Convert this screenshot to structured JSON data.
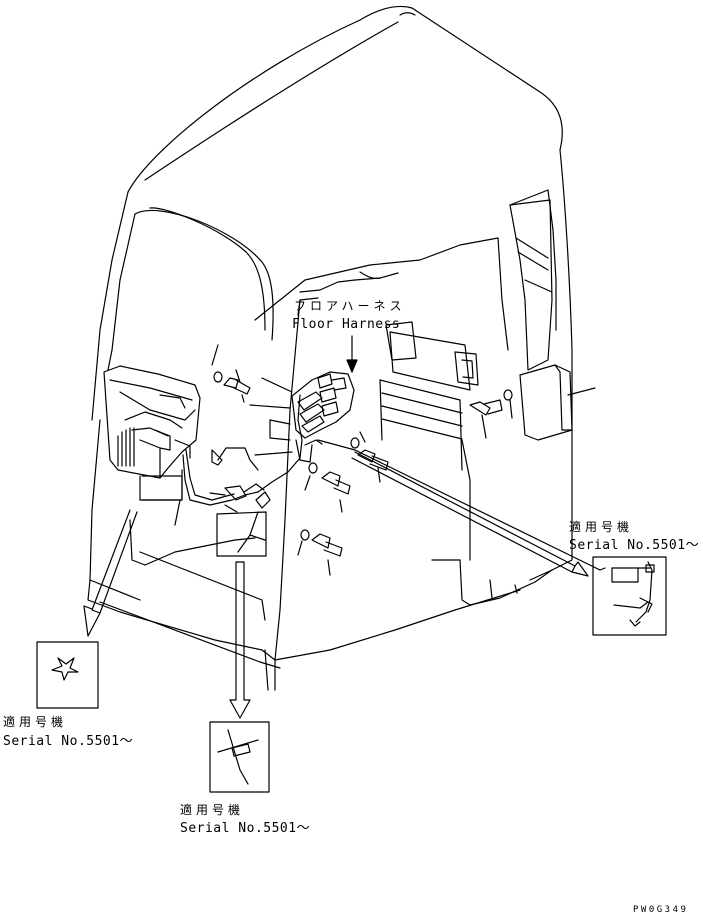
{
  "harness": {
    "name_jp": "フロアハーネス",
    "name_en": "Floor Harness"
  },
  "serial_notes": [
    {
      "jp": "適用号機",
      "en": "Serial No.5501～"
    },
    {
      "jp": "適用号機",
      "en": "Serial No.5501～"
    },
    {
      "jp": "適用号機",
      "en": "Serial No.5501～"
    }
  ],
  "drawing_code": "PW0G349"
}
